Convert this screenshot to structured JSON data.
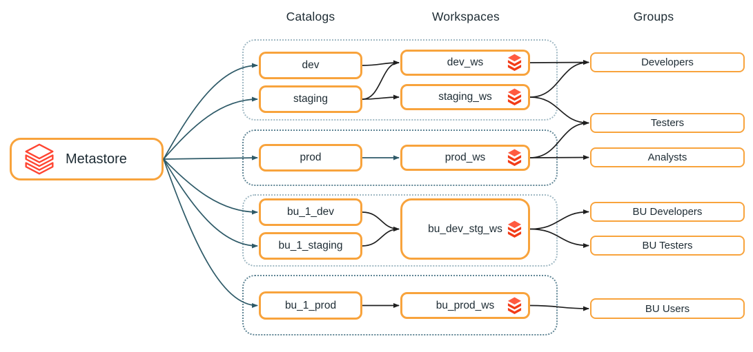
{
  "headers": {
    "catalogs": "Catalogs",
    "workspaces": "Workspaces",
    "groups": "Groups"
  },
  "nodes": {
    "metastore": "Metastore",
    "dev": "dev",
    "staging": "staging",
    "prod": "prod",
    "bu_1_dev": "bu_1_dev",
    "bu_1_staging": "bu_1_staging",
    "bu_1_prod": "bu_1_prod",
    "dev_ws": "dev_ws",
    "staging_ws": "staging_ws",
    "prod_ws": "prod_ws",
    "bu_dev_stg_ws": "bu_dev_stg_ws",
    "bu_prod_ws": "bu_prod_ws",
    "developers": "Developers",
    "testers": "Testers",
    "analysts": "Analysts",
    "bu_developers": "BU Developers",
    "bu_testers": "BU Testers",
    "bu_users": "BU Users"
  },
  "edges": [
    {
      "from": "metastore",
      "to": "dev",
      "color": "teal",
      "fan": true
    },
    {
      "from": "metastore",
      "to": "staging",
      "color": "teal",
      "fan": true
    },
    {
      "from": "metastore",
      "to": "prod",
      "color": "teal",
      "fan": true
    },
    {
      "from": "metastore",
      "to": "bu_1_dev",
      "color": "teal",
      "fan": true
    },
    {
      "from": "metastore",
      "to": "bu_1_staging",
      "color": "teal",
      "fan": true
    },
    {
      "from": "metastore",
      "to": "bu_1_prod",
      "color": "teal",
      "fan": true
    },
    {
      "from": "prod",
      "to": "prod_ws",
      "color": "teal"
    },
    {
      "from": "dev",
      "to": "dev_ws",
      "color": "black"
    },
    {
      "from": "staging",
      "to": "dev_ws",
      "color": "black"
    },
    {
      "from": "staging",
      "to": "staging_ws",
      "color": "black"
    },
    {
      "from": "bu_1_dev",
      "to": "bu_dev_stg_ws",
      "color": "black"
    },
    {
      "from": "bu_1_staging",
      "to": "bu_dev_stg_ws",
      "color": "black"
    },
    {
      "from": "bu_1_prod",
      "to": "bu_prod_ws",
      "color": "black"
    },
    {
      "from": "dev_ws",
      "to": "developers",
      "color": "black"
    },
    {
      "from": "staging_ws",
      "to": "developers",
      "color": "black"
    },
    {
      "from": "staging_ws",
      "to": "testers",
      "color": "black"
    },
    {
      "from": "prod_ws",
      "to": "testers",
      "color": "black"
    },
    {
      "from": "prod_ws",
      "to": "analysts",
      "color": "black"
    },
    {
      "from": "bu_dev_stg_ws",
      "to": "bu_developers",
      "color": "black"
    },
    {
      "from": "bu_dev_stg_ws",
      "to": "bu_testers",
      "color": "black"
    },
    {
      "from": "bu_prod_ws",
      "to": "bu_users",
      "color": "black"
    }
  ],
  "colors": {
    "box_border_orange": "#F8A33C",
    "brand_red": "#FF4532",
    "logo_red_light": "#FF5B41",
    "logo_red": "#F23B17",
    "arrow_teal": "#2E5A68",
    "arrow_black": "#1F1F1F",
    "group_dotted_light": "#9FB8C3",
    "group_dotted_dark": "#5E8494",
    "text": "#1D2B33"
  }
}
